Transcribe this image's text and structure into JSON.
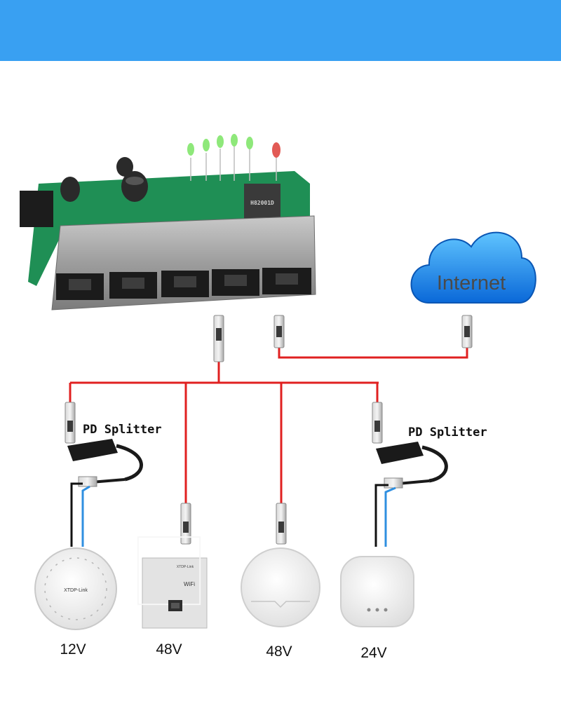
{
  "banner": {
    "color": "#39a0f2"
  },
  "switch": {
    "chip_marking": "H82001D",
    "port_count": 5
  },
  "cloud": {
    "label": "Internet"
  },
  "splitters": [
    {
      "label": "PD Splitter"
    },
    {
      "label": "PD Splitter"
    }
  ],
  "devices": [
    {
      "voltage": "12V",
      "brand": "XTDP-Link"
    },
    {
      "voltage": "48V",
      "brand": "XTDP-Link",
      "wifi_label": "WiFi"
    },
    {
      "voltage": "48V"
    },
    {
      "voltage": "24V"
    }
  ],
  "colors": {
    "poe_cable": "#e02020",
    "data_wire": "#111111",
    "power_wire": "#2f8fe0"
  }
}
